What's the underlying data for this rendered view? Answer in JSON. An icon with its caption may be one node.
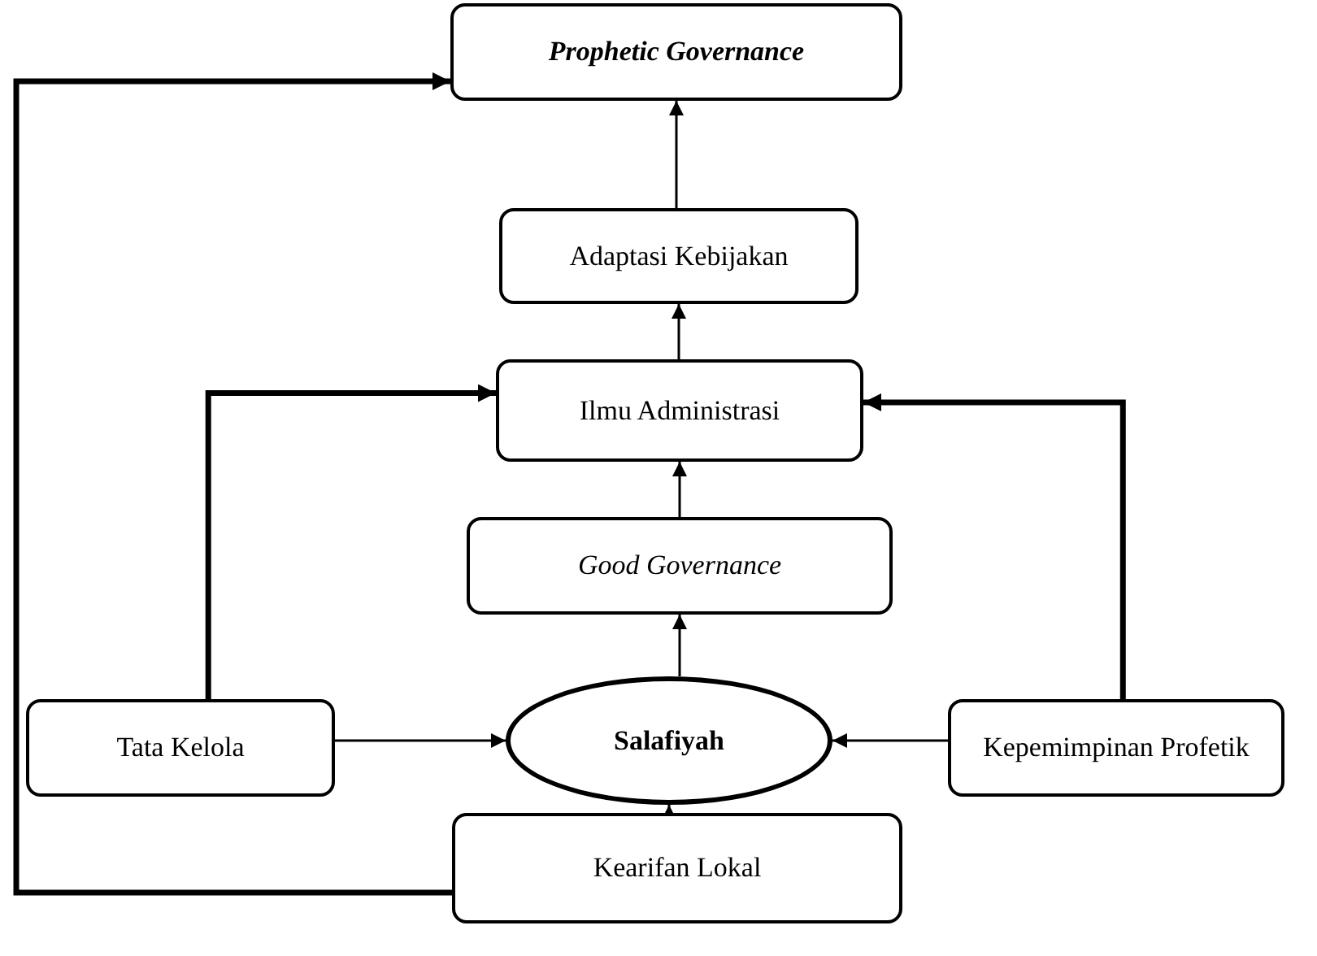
{
  "diagram": {
    "nodes": [
      {
        "text": [
          "Prophetic Governance"
        ]
      },
      {
        "text": [
          "Adaptasi Kebijakan"
        ]
      },
      {
        "text": [
          "Ilmu Administrasi"
        ]
      },
      {
        "text": [
          "Good Governance"
        ]
      },
      {
        "text": [
          "Tata Kelola"
        ]
      },
      {
        "text": [
          "Salafiyah"
        ]
      },
      {
        "text": [
          "Kepemimpinan Profetik"
        ]
      },
      {
        "text": [
          "Kearifan Lokal"
        ]
      }
    ],
    "edges": [
      {
        "from": 7,
        "to": 5,
        "arrow": "to"
      },
      {
        "from": 5,
        "to": 3,
        "arrow": "to"
      },
      {
        "from": 3,
        "to": 2,
        "arrow": "to"
      },
      {
        "from": 2,
        "to": 1,
        "arrow": "to"
      },
      {
        "from": 1,
        "to": 0,
        "arrow": "to"
      },
      {
        "from": 4,
        "to": 5,
        "arrow": "to"
      },
      {
        "from": 6,
        "to": 5,
        "arrow": "to"
      },
      {
        "from": 4,
        "to": 2,
        "arrow": "to",
        "style": "thick"
      },
      {
        "from": 6,
        "to": 2,
        "arrow": "to",
        "style": "thick"
      },
      {
        "from": 7,
        "to": 0,
        "arrow": "to",
        "style": "thick"
      }
    ]
  }
}
